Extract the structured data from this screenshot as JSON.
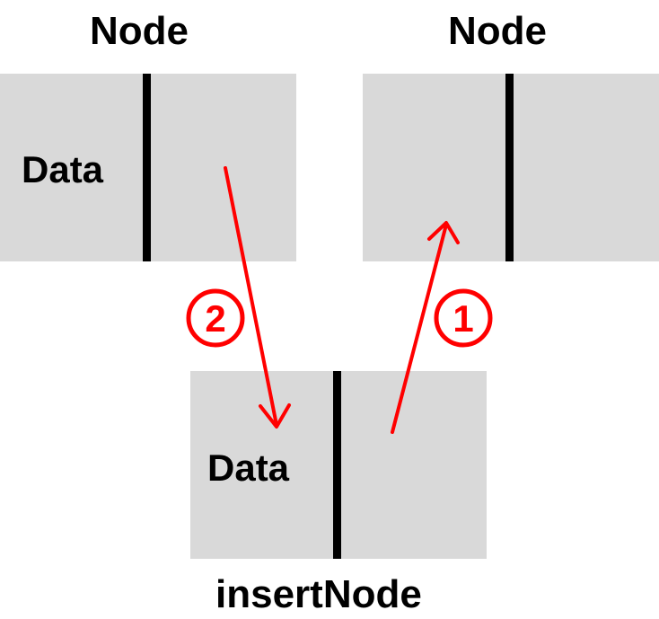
{
  "nodes": {
    "left": {
      "title": "Node",
      "data_label": "Data"
    },
    "right": {
      "title": "Node"
    },
    "insert": {
      "title": "insertNode",
      "data_label": "Data"
    }
  },
  "steps": {
    "step1": "1",
    "step2": "2"
  },
  "colors": {
    "box_fill": "#d9d9d9",
    "divider": "#000000",
    "arrow": "#ff0000",
    "text": "#000000"
  }
}
